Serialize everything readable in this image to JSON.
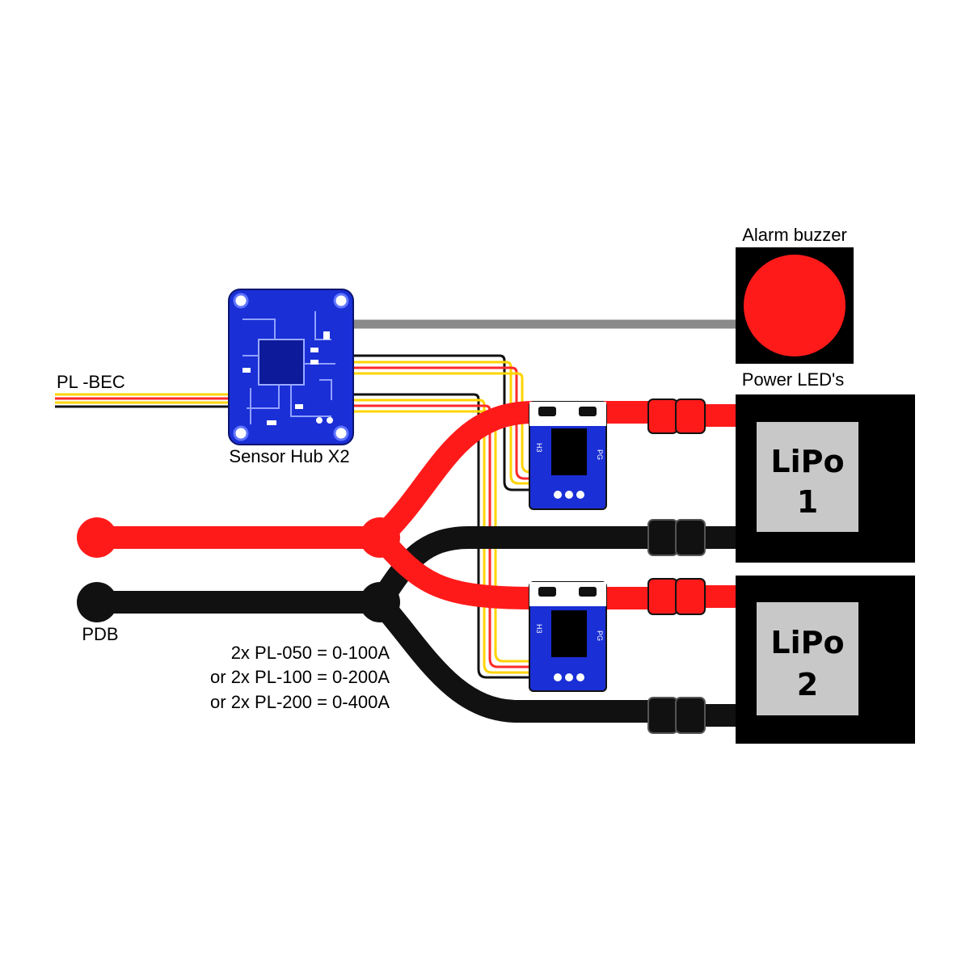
{
  "labels": {
    "pl_bec": "PL -BEC",
    "sensor_hub": "Sensor Hub X2",
    "alarm_buzzer": "Alarm buzzer",
    "power_leds": "Power LED's",
    "pdb": "PDB",
    "note_line1": "2x PL-050 = 0-100A",
    "note_line2": "or 2x PL-100 = 0-200A",
    "note_line3": "or 2x PL-200 = 0-400A"
  },
  "batteries": [
    {
      "name": "LiPo",
      "number": "1"
    },
    {
      "name": "LiPo",
      "number": "2"
    }
  ],
  "sensor_board_silkscreen": {
    "a": "H3",
    "b": "PG"
  },
  "colors": {
    "positive_wire": "#ff1a1a",
    "negative_wire": "#111111",
    "signal_yellow": "#ffd400",
    "signal_red": "#ff2a2a",
    "pcb_blue": "#1a2fd6",
    "pcb_trace": "#5f74ff",
    "buzzer_red": "#ff1a1a",
    "cable_grey": "#8a8a8a",
    "lipo_label_bg": "#c8c8c8"
  }
}
